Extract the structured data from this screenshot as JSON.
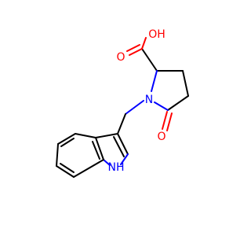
{
  "molecule": {
    "atoms": {
      "hydroxyl": "OH",
      "carbonyl_acid_o": "O",
      "ring_n": "N",
      "lactam_o": "O",
      "indole_nh": "NH"
    },
    "colors": {
      "bond": "#000000",
      "oxygen": "#ff0000",
      "nitrogen": "#0000ff"
    }
  }
}
